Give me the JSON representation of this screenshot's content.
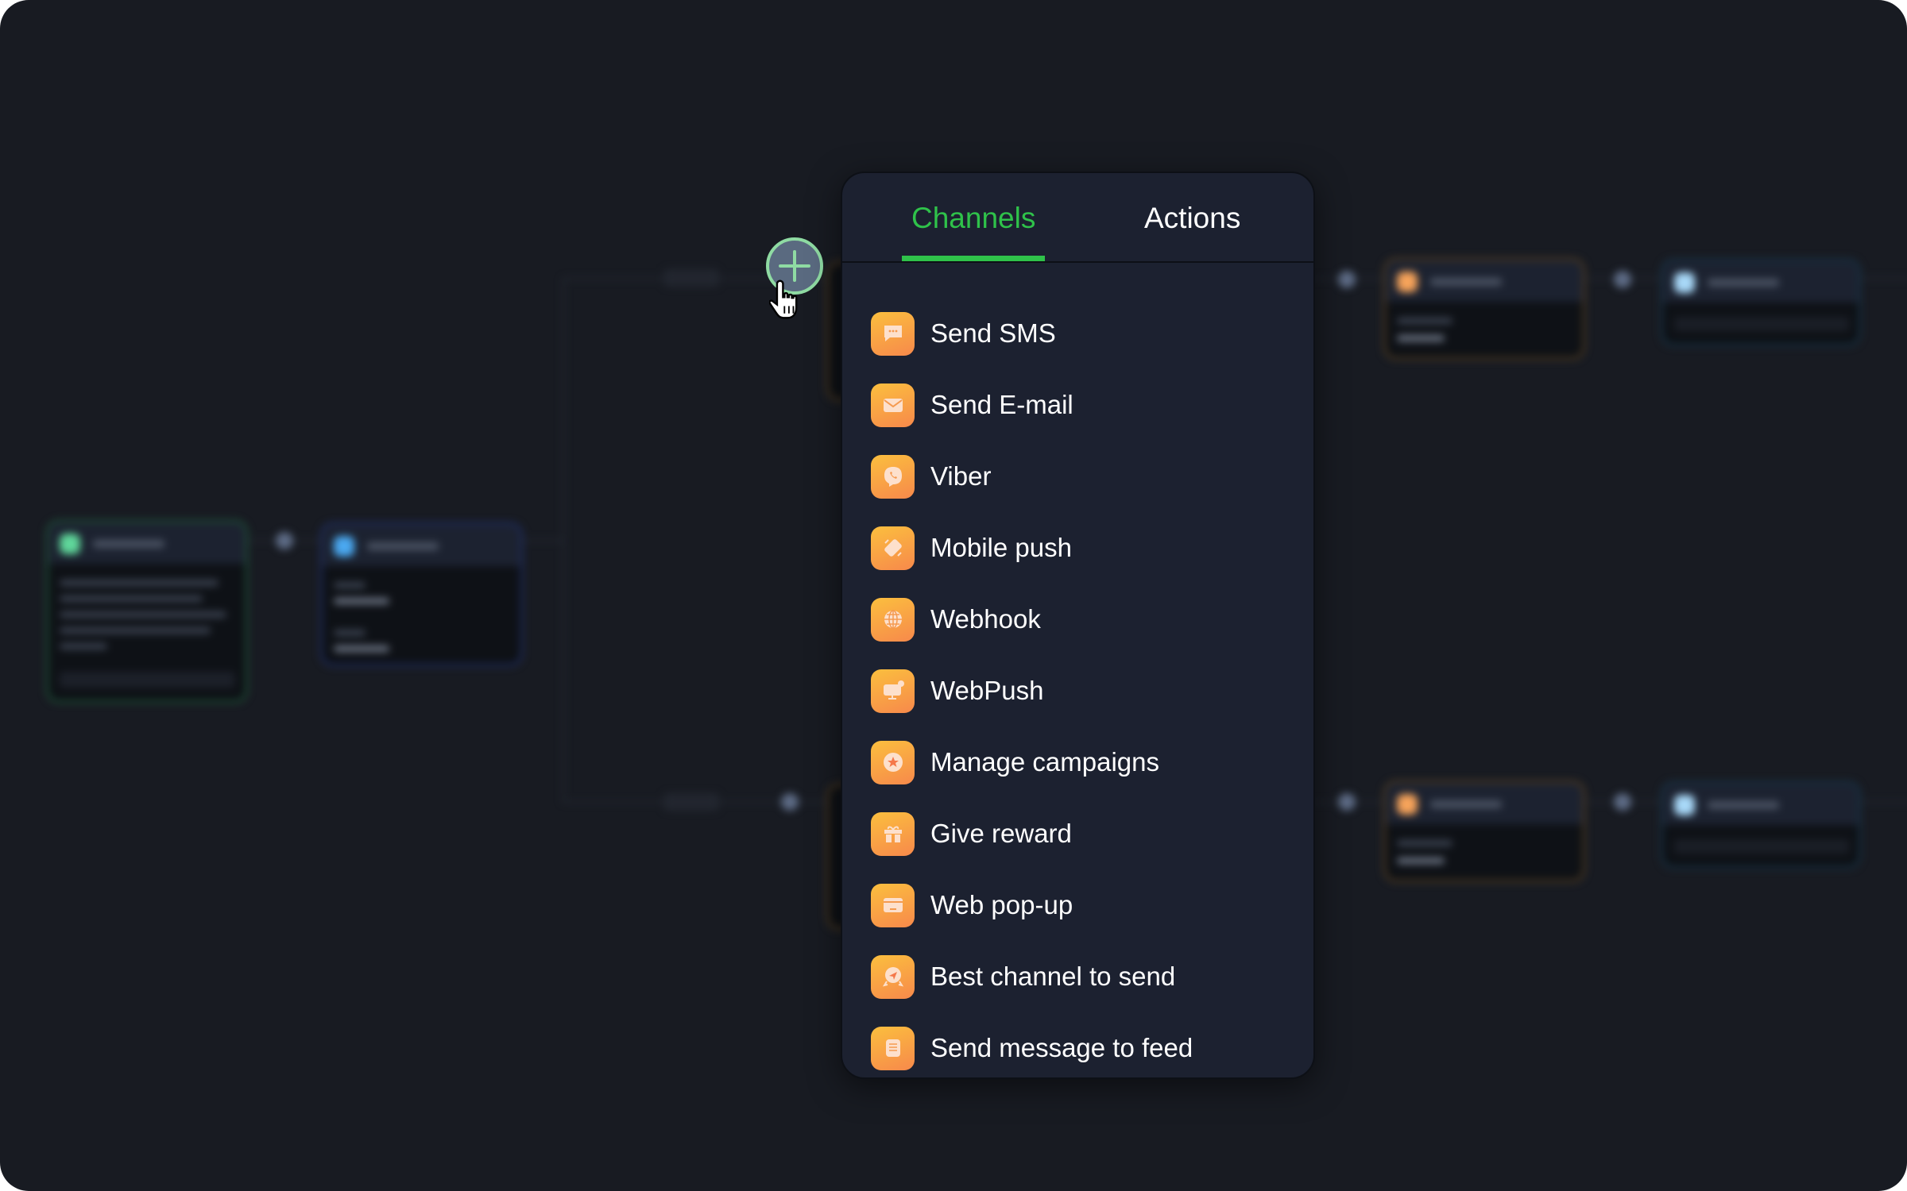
{
  "menu": {
    "tabs": [
      {
        "label": "Channels",
        "active": true
      },
      {
        "label": "Actions",
        "active": false
      }
    ],
    "items": [
      {
        "label": "Send SMS",
        "icon": "sms-icon"
      },
      {
        "label": "Send E-mail",
        "icon": "email-icon"
      },
      {
        "label": "Viber",
        "icon": "viber-icon"
      },
      {
        "label": "Mobile push",
        "icon": "mobile-push-icon"
      },
      {
        "label": "Webhook",
        "icon": "globe-icon"
      },
      {
        "label": "WebPush",
        "icon": "monitor-notification-icon"
      },
      {
        "label": "Manage campaigns",
        "icon": "star-badge-icon"
      },
      {
        "label": "Give reward",
        "icon": "gift-icon"
      },
      {
        "label": "Web pop-up",
        "icon": "popup-window-icon"
      },
      {
        "label": "Best channel to send",
        "icon": "send-badge-icon"
      },
      {
        "label": "Send message to feed",
        "icon": "feed-list-icon"
      }
    ]
  },
  "colors": {
    "accent": "#2fc24a",
    "icon_gradient_top": "#fbbf3e",
    "icon_gradient_bottom": "#f7894b",
    "panel_bg": "#1c2130",
    "canvas_bg": "#181b22"
  }
}
